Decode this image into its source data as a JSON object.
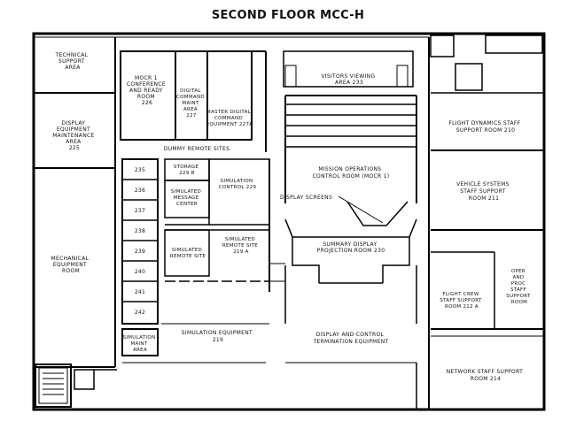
{
  "title": "SECOND FLOOR MCC-H",
  "rooms": {
    "technical_support": [
      "TECHNICAL",
      "SUPPORT",
      "AREA"
    ],
    "display_maint": [
      "DISPLAY",
      "EQUIPMENT",
      "MAINTENANCE",
      "AREA",
      "225"
    ],
    "mechanical": [
      "MECHANICAL",
      "EQUIPMENT",
      "ROOM"
    ],
    "mocr1_conf": [
      "MOCR 1",
      "CONFERENCE",
      "AND READY",
      "ROOM",
      "226"
    ],
    "digital_cmd_maint": [
      "DIGITAL",
      "COMMAND",
      "MAINT",
      "AREA",
      "227"
    ],
    "master_digital": [
      "MASTER DIGITAL",
      "COMMAND",
      "EQUIPMENT 227A"
    ],
    "dummy_remote": [
      "DUMMY REMOTE SITES"
    ],
    "storage": [
      "STORAGE",
      "229 B"
    ],
    "simulated_message": [
      "SIMULATED",
      "MESSAGE",
      "CENTER"
    ],
    "simulation_control": [
      "SIMULATION",
      "CONTROL 229"
    ],
    "simulated_remote_229a": [
      "SIMULATED",
      "REMOTE SITE",
      "219 A"
    ],
    "simulated_remote": [
      "SIMULATED",
      "REMOTE SITE"
    ],
    "simulation_equipment": [
      "SIMULATION EQUIPMENT",
      "219"
    ],
    "simulation_maint": [
      "SIMULATION",
      "MAINT",
      "AREA"
    ],
    "visitors": [
      "VISITORS VIEWING",
      "AREA 233"
    ],
    "mission_ops": [
      "MISSION OPERATIONS",
      "CONTROL ROOM (MOCR 1)"
    ],
    "display_screens": [
      "DISPLAY SCREENS"
    ],
    "summary_display": [
      "SUMMARY DISPLAY",
      "PROJECTION ROOM 230"
    ],
    "display_control": [
      "DISPLAY AND CONTROL",
      "TERMINATION EQUIPMENT"
    ],
    "flight_dynamics": [
      "FLIGHT DYNAMICS STAFF",
      "SUPPORT ROOM 210"
    ],
    "vehicle_systems": [
      "VEHICLE SYSTEMS",
      "STAFF SUPPORT",
      "ROOM 211"
    ],
    "oper_proc": [
      "OPER",
      "AND",
      "PROC",
      "STAFF",
      "SUPPORT",
      "ROOM"
    ],
    "flight_crew": [
      "FLIGHT CREW",
      "STAFF SUPPORT",
      "ROOM 212 A"
    ],
    "network_staff": [
      "NETWORK STAFF SUPPORT",
      "ROOM 214"
    ]
  },
  "small_rooms": [
    "235",
    "236",
    "237",
    "238",
    "239",
    "240",
    "241",
    "242"
  ]
}
